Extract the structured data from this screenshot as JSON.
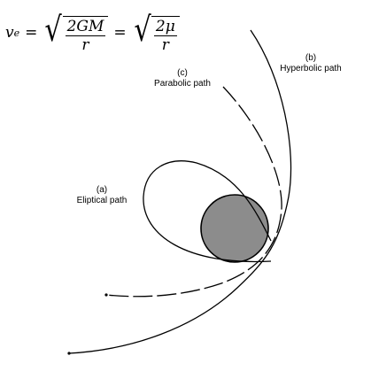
{
  "formula": {
    "lhs_var": "v",
    "lhs_sub": "e",
    "frac1_num": "2GM",
    "frac1_den": "r",
    "frac2_num": "2μ",
    "frac2_den": "r"
  },
  "labels": {
    "elliptical": {
      "tag": "(a)",
      "text": "Eliptical path"
    },
    "hyperbolic": {
      "tag": "(b)",
      "text": "Hyperbolic path"
    },
    "parabolic": {
      "tag": "(c)",
      "text": "Parabolic path"
    }
  },
  "colors": {
    "planet_fill": "#8c8c8c",
    "stroke": "#000000"
  }
}
